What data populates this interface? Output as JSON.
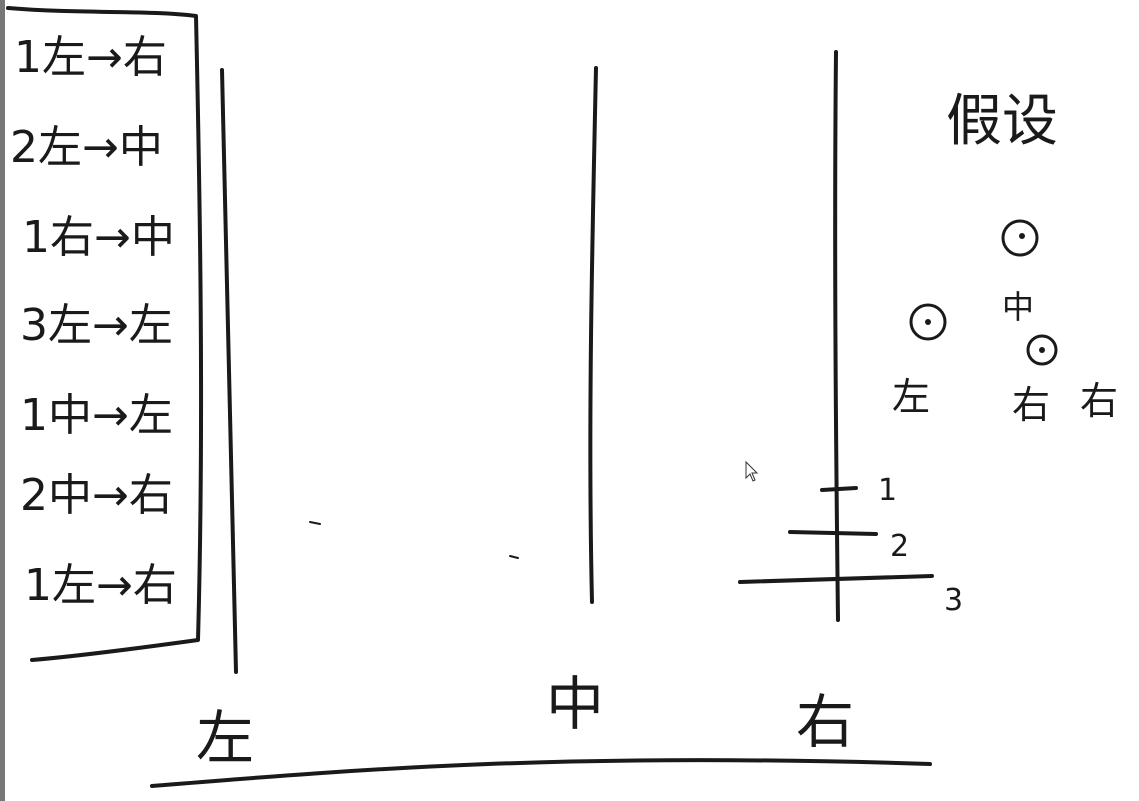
{
  "steps": [
    "1左→右",
    "2左→中",
    "1右→中",
    "3左→左",
    "1中→左",
    "2中→右",
    "1左→右"
  ],
  "pegs": {
    "left": "左",
    "middle": "中",
    "right": "右"
  },
  "disks": [
    "1",
    "2",
    "3"
  ],
  "example": {
    "title": "假设",
    "middle_label": "中",
    "left_label": "左",
    "right_label_a": "右",
    "right_label_b": "右"
  },
  "colors": {
    "ink": "#1a1a1a",
    "background": "#ffffff",
    "edge": "#777777"
  },
  "icons": [
    "cursor-arrow-icon",
    "circle-dot-icon"
  ]
}
